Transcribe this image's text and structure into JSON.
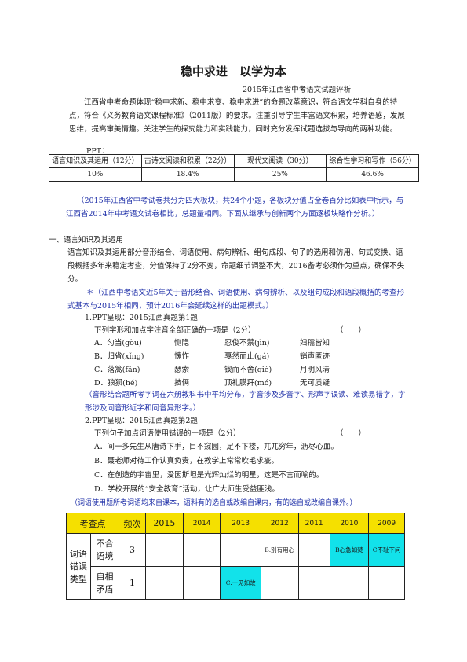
{
  "title": "稳中求进　以学为本",
  "subtitle": "——2015年江西省中考语文试题评析",
  "intro": "江西省中考命题体现“稳中求新、稳中求变、稳中求进”的命题改革意识，符合语文学科自身的特点，符合《义务教育语文课程标准》（2011版）的要求。注重引导学生丰富语文积累，培养语感，发展思维，提高审美情趣。关注学生的探究能力和实践能力，同时充分发挥试题选拔与导向的两种功能。",
  "ppt_label": "PPT：",
  "table1": {
    "headers": [
      "语言知识及其运用（12分）",
      "古诗文阅读和积累（22分）",
      "现代文阅读（30分）",
      "综合性学习和写作（56分）"
    ],
    "values": [
      "10%",
      "18.4%",
      "25%",
      "46.6%"
    ]
  },
  "note1": "（2015年江西省中考试卷共分为四大板块，共24个小题，各板块分值占全卷百分比如表中所示，与江西省2014年中考语文试卷相比，总题量相同。下面从继承与创新两个方面逐板块略作分析。）",
  "section1": "一、语言知识及其运用",
  "section1_para": "语言知识及其运用部分音形结合、词语使用、病句辨析、组句成段、句子的选用和仿用、句式变换、语段概括多年来稳定考查，分值保持了2分不变，命题细节调整不大，2016备考必须作为重点，确保不失分。",
  "note2": "＊（江西中考语文近5年关于音形结合、词语使用、病句辨析、以及组句成段和语段概括的考查形式基本与2015年相同，预计2016年会延续这样的出题模式。）",
  "q1": {
    "ppt": "1.PPT呈现：2015江西真题第1题",
    "stem": "下列字形和加点字注音全部正确的一项是（2分）",
    "paren": "（　　）",
    "options": [
      [
        "A．匀当(gòu)",
        "恻隐",
        "忍俊不禁(jìn)",
        "妇孺皆知"
      ],
      [
        "B．归省(xǐng)",
        "愧怍",
        "戛然而止(gá)",
        "销声匿迹"
      ],
      [
        "C．落篙(fǎn)",
        "瑟索",
        "锲而不舍(qiè)",
        "月明风清"
      ],
      [
        "D．狼狈(hé)",
        "技俩",
        "顶礼膜拜(mó)",
        "无可质疑"
      ]
    ],
    "note": "（音形结合题所考字词在六册教科书中平均分布，字音涉及多音字、形声字误读、难读易错字，字形涉及同音形近字和同音异形字。）"
  },
  "q2": {
    "ppt": "2.PPT呈现：2015江西真题第2题",
    "stem": "下列句子加点词语使用错误的一项是（2分）",
    "paren": "（　　）",
    "options": [
      "A．间一多先生从唐诗下手，目不窥园，足不下楼，兀兀穷年，沥尽心血。",
      "B．聂老师对待工作认真负责，在教学上常常吹毛求疵。",
      "C．在创造的宇宙里，爱因斯坦是光辉灿烂的明星，这是不言而喻的。",
      "D．学校开展的“安全教育”活动，让广大师生受益匪浅。"
    ],
    "note": "（词语使用题所考词语均来自课本，语料有的选自或改编自课内，有的选自或改编自课外。）"
  },
  "table2": {
    "headers": [
      "考查点",
      "频次",
      "2015",
      "2014",
      "2013",
      "2012",
      "2011",
      "2010",
      "2009"
    ],
    "group_label": "词语错误类型",
    "rows": [
      {
        "type": "不合语境",
        "count": "3",
        "cells": [
          "",
          "",
          "",
          "B.别有用心",
          "",
          "B心急如焚",
          "C不耻下问"
        ]
      },
      {
        "type": "自相矛盾",
        "count": "1",
        "cells": [
          "",
          "",
          "C.一见如故",
          "",
          "",
          "",
          ""
        ]
      }
    ],
    "highlight_color": "#12e2ea",
    "header_color": "#f5e000"
  }
}
